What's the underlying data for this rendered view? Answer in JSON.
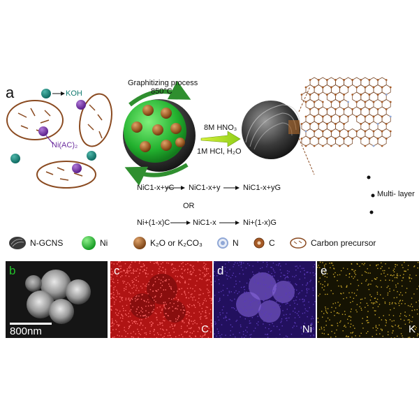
{
  "panel_a": {
    "label": "a",
    "reagents": {
      "koh": "KOH",
      "ni_ac": "Ni(AC)₂"
    },
    "process": {
      "title": "Graphitizing process",
      "temperature": "850°C"
    },
    "acid": {
      "top": "8M HNO₃",
      "bottom": "1M HCl, H₂O"
    },
    "reactions": {
      "r1a": "NiC1-x+yC",
      "r1b": "NiC1-x+y",
      "r1c": "NiC1-x+yG",
      "or": "OR",
      "r2a": "Ni+(1-x)C",
      "r2b": "NiC1-x",
      "r2c": "Ni+(1-x)G"
    },
    "multilayer": "Multi- layer"
  },
  "legend": [
    {
      "icon": "n-gcns-icon",
      "label": "N-GCNS"
    },
    {
      "icon": "ni-sphere-icon",
      "label": "Ni",
      "color": "#2bbf3a"
    },
    {
      "icon": "k2o-sphere-icon",
      "label": "K₂O or K₂CO₃",
      "color": "#a8692c"
    },
    {
      "icon": "n-atom-icon",
      "label": "N",
      "color": "#8fa7d6"
    },
    {
      "icon": "c-atom-icon",
      "label": "C",
      "color": "#8a4a20"
    },
    {
      "icon": "carbon-precursor-icon",
      "label": "Carbon precursor",
      "color": "#8a4a20"
    }
  ],
  "panels": [
    {
      "label": "b",
      "scale": "800nm",
      "bg": "#1a1a1a"
    },
    {
      "label": "c",
      "element": "C",
      "bg": "#c81919"
    },
    {
      "label": "d",
      "element": "Ni",
      "bg": "#27127a"
    },
    {
      "label": "e",
      "element": "K",
      "bg": "#1b1704"
    }
  ],
  "colors": {
    "teal": "#117a70",
    "purple": "#6b2d9e",
    "brown": "#8a4a20",
    "green": "#2fbf3a",
    "arrow_green": "#2f8f2f"
  }
}
